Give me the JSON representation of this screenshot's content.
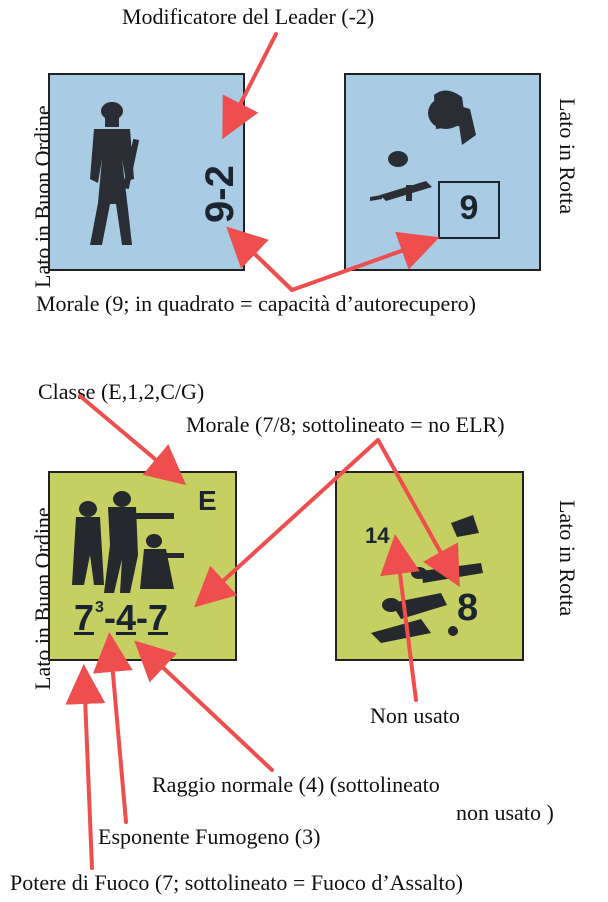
{
  "top": {
    "leader_modifier_label": "Modificatore del Leader (-2)",
    "left_side_label": "Lato in Buon Ordine",
    "right_side_label": "Lato in Rotta",
    "leader_value": "9-2",
    "broken_morale_value": "9",
    "morale_label": "Morale (9; in quadrato = capacità d’autorecupero)"
  },
  "bottom": {
    "class_label": "Classe (E,1,2,C/G)",
    "morale_label": "Morale (7/8; sottolineato = no ELR)",
    "left_side_label": "Lato in Buon Ordine",
    "right_side_label": "Lato in Rotta",
    "class_value": "E",
    "firepower_value": "7",
    "smoke_exponent_value": "3",
    "range_value": "4",
    "morale_value": "7",
    "broken_unused_value": "14",
    "broken_morale_value": "8",
    "unused_label": "Non usato",
    "range_label_line1": "Raggio normale (4) (sottolineato",
    "range_label_line2": "non usato )",
    "smoke_label": "Esponente Fumogeno (3)",
    "firepower_label": "Potere di Fuoco (7; sottolineato = Fuoco d’Assalto)"
  },
  "colors": {
    "arrow": "#ef4e4e",
    "counter_blue": "#a9cbe3",
    "counter_green": "#c6cf61"
  }
}
